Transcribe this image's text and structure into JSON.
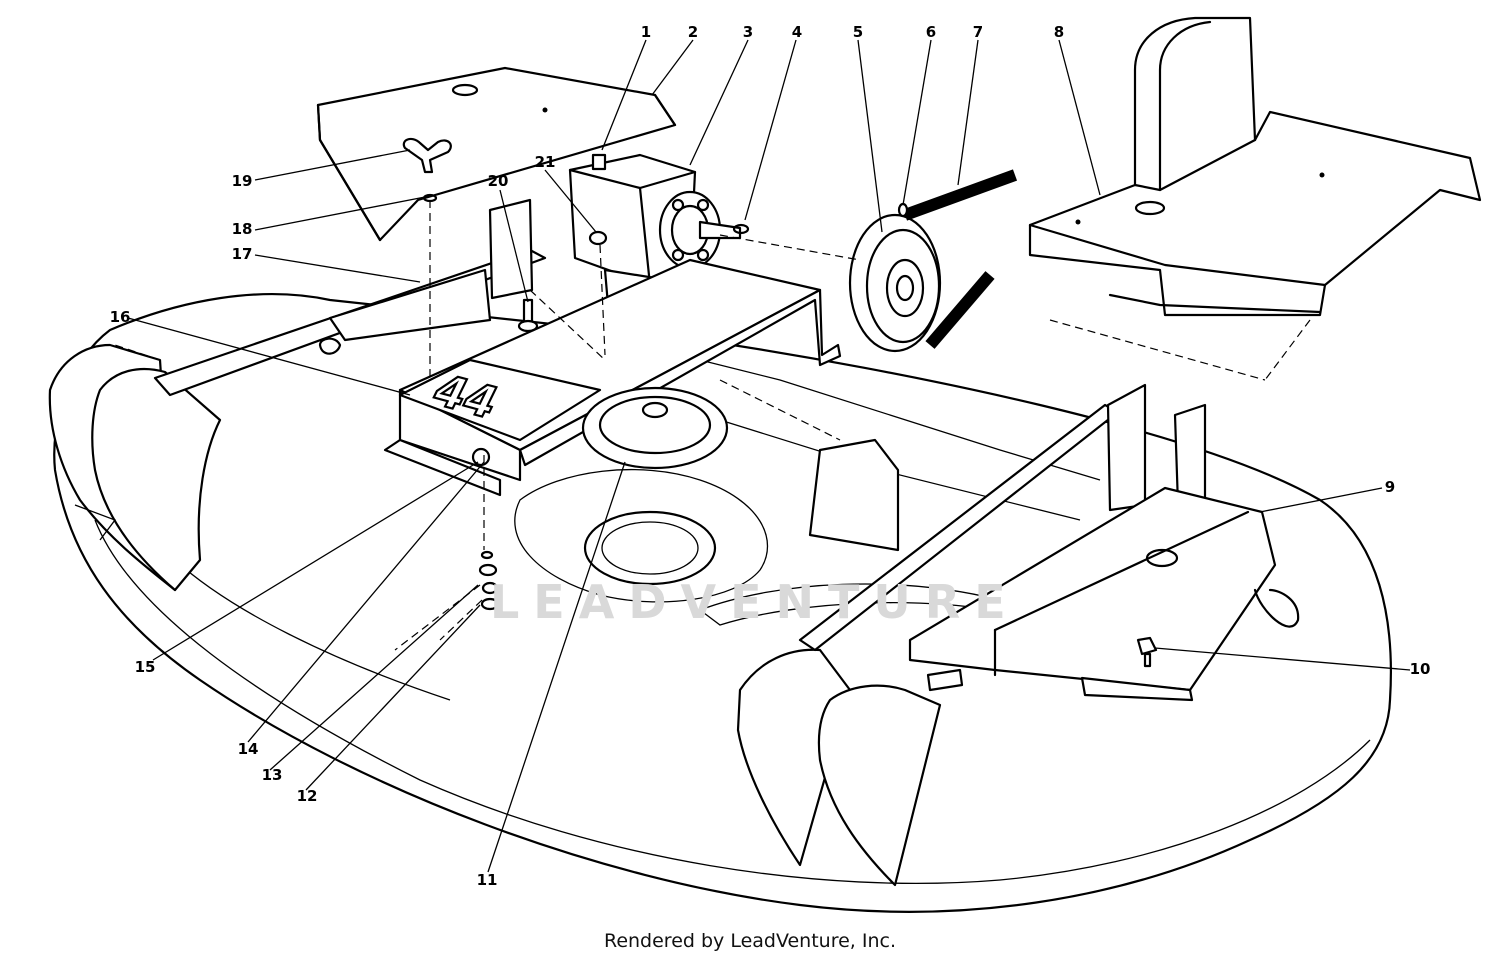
{
  "diagram": {
    "callouts": [
      "1",
      "2",
      "3",
      "4",
      "5",
      "6",
      "7",
      "8",
      "9",
      "10",
      "11",
      "12",
      "13",
      "14",
      "15",
      "16",
      "17",
      "18",
      "19",
      "20",
      "21"
    ],
    "deck_size_label": "44",
    "watermark": "LEADVENTURE"
  },
  "footer": {
    "credit": "Rendered by LeadVenture, Inc."
  }
}
